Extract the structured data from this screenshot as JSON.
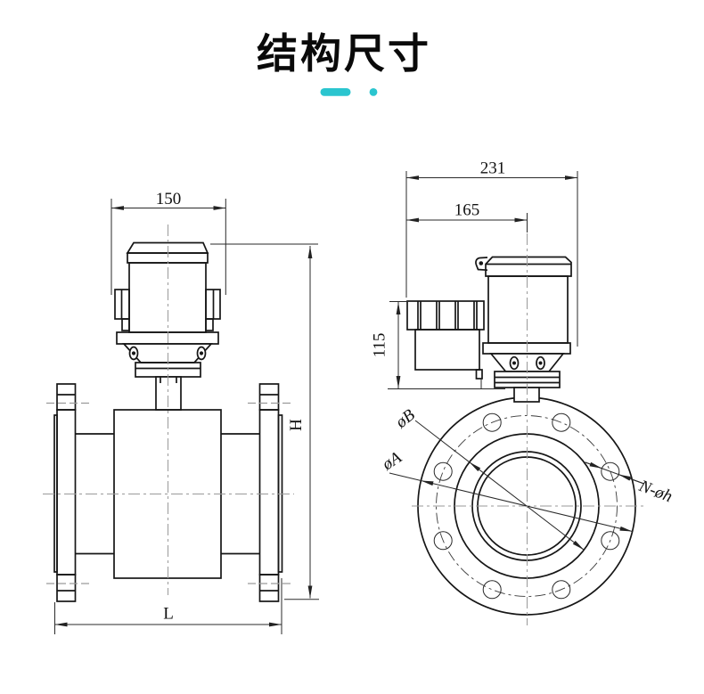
{
  "title": {
    "text": "结构尺寸",
    "accent_color": "#2bc5cf"
  },
  "front_view": {
    "dims": {
      "top_width": "150",
      "height": "H",
      "length": "L"
    }
  },
  "side_view": {
    "dims": {
      "overall_width": "231",
      "box_to_center": "165",
      "box_height": "115"
    }
  },
  "flange_view": {
    "labels": {
      "outer_diameter": "øA",
      "bolt_circle": "øB",
      "bolt_holes": "N-øh"
    }
  }
}
